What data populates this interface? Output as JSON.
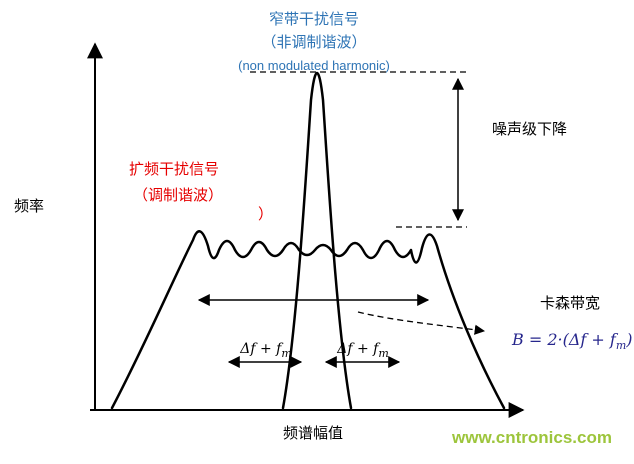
{
  "diagram": {
    "y_axis_label": "频率",
    "x_axis_label": "频谱幅值",
    "narrowband": {
      "line1": "窄带干扰信号",
      "line2": "（非调制谐波）",
      "line3": "(non modulated harmonic)"
    },
    "spread": {
      "line1": "扩频干扰信号",
      "line2": "（调制谐波）",
      "stray_paren": "）"
    },
    "noise_drop_label": "噪声级下降",
    "carson": {
      "title": "卡森带宽",
      "formula_main": "B = 2·(Δf + f",
      "formula_sub": "m",
      "formula_end": ")"
    },
    "delta_label": {
      "main": "Δf + f",
      "sub": "m"
    },
    "watermark": "www.cntronics.com",
    "colors": {
      "blue": "#2E74B5",
      "red": "#E60000",
      "green": "#9DC53C",
      "formula": "#26268C"
    }
  }
}
